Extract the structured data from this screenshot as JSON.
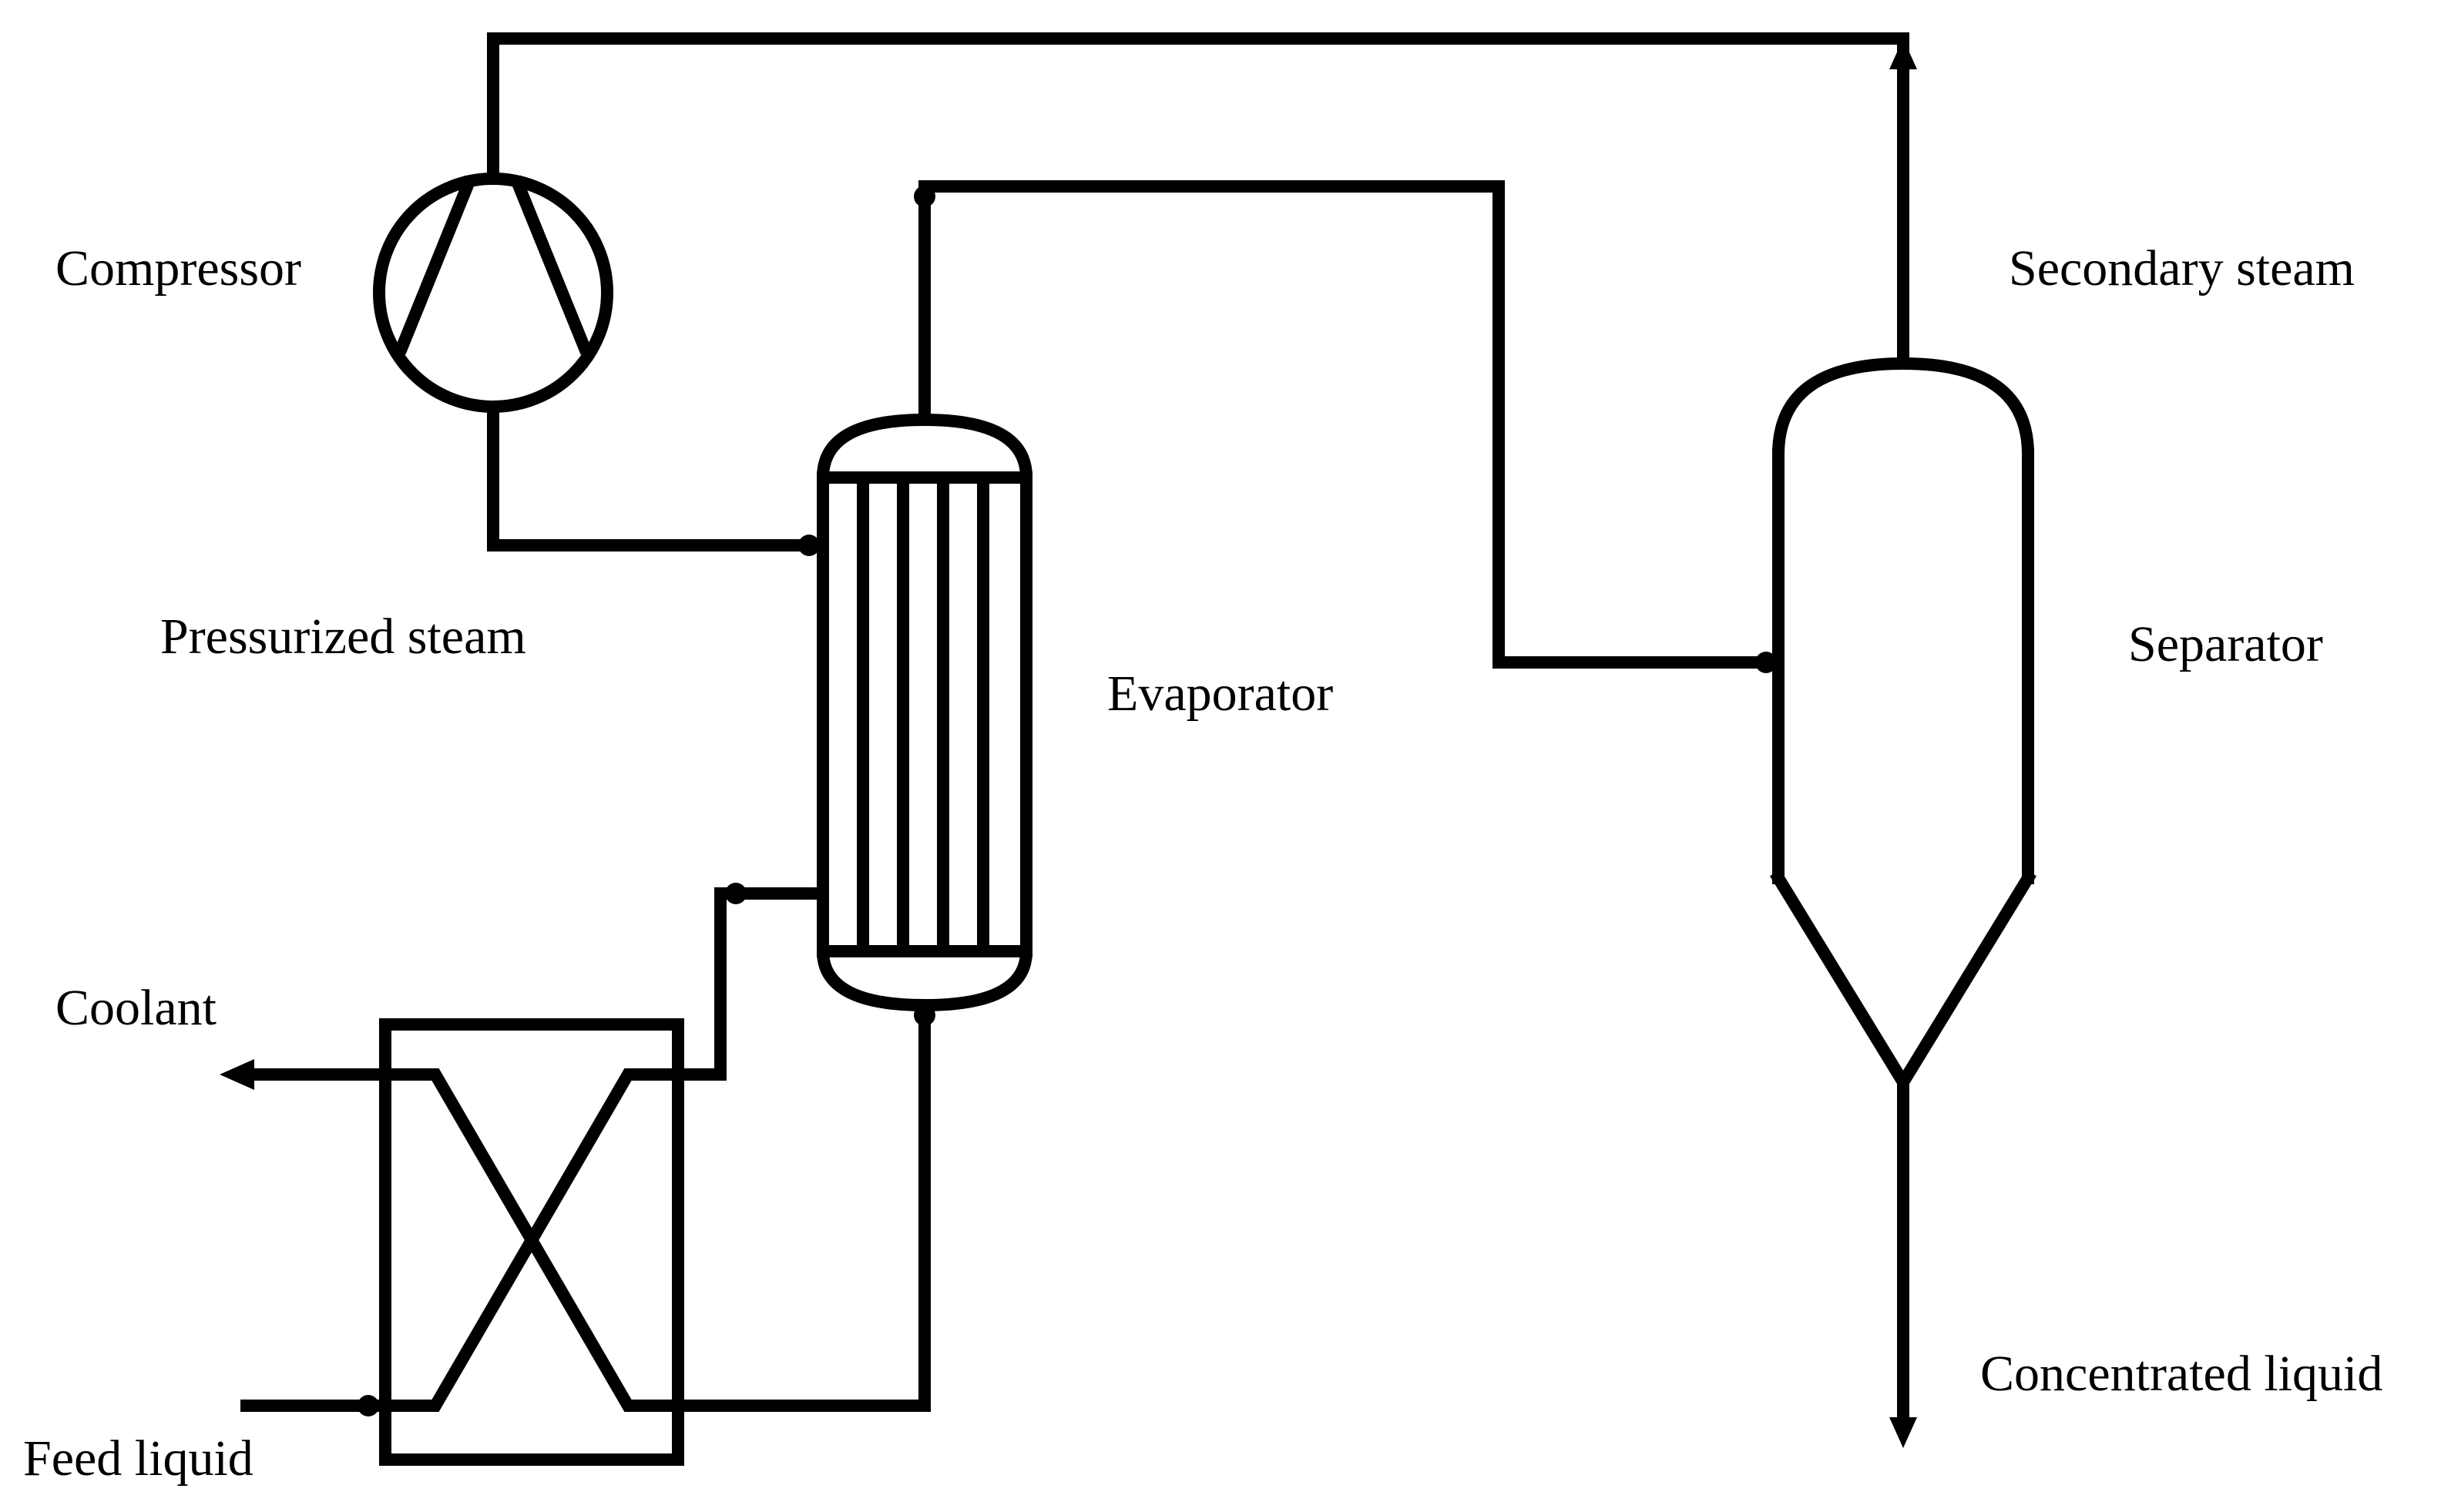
{
  "labels": {
    "compressor": "Compressor",
    "pressurized_steam": "Pressurized steam",
    "evaporator": "Evaporator",
    "secondary_steam": "Secondary steam",
    "separator": "Separator",
    "coolant": "Coolant",
    "feed_liquid": "Feed liquid",
    "concentrated_liquid": "Concentrated liquid"
  },
  "colors": {
    "stroke": "#000000",
    "background": "#ffffff"
  }
}
